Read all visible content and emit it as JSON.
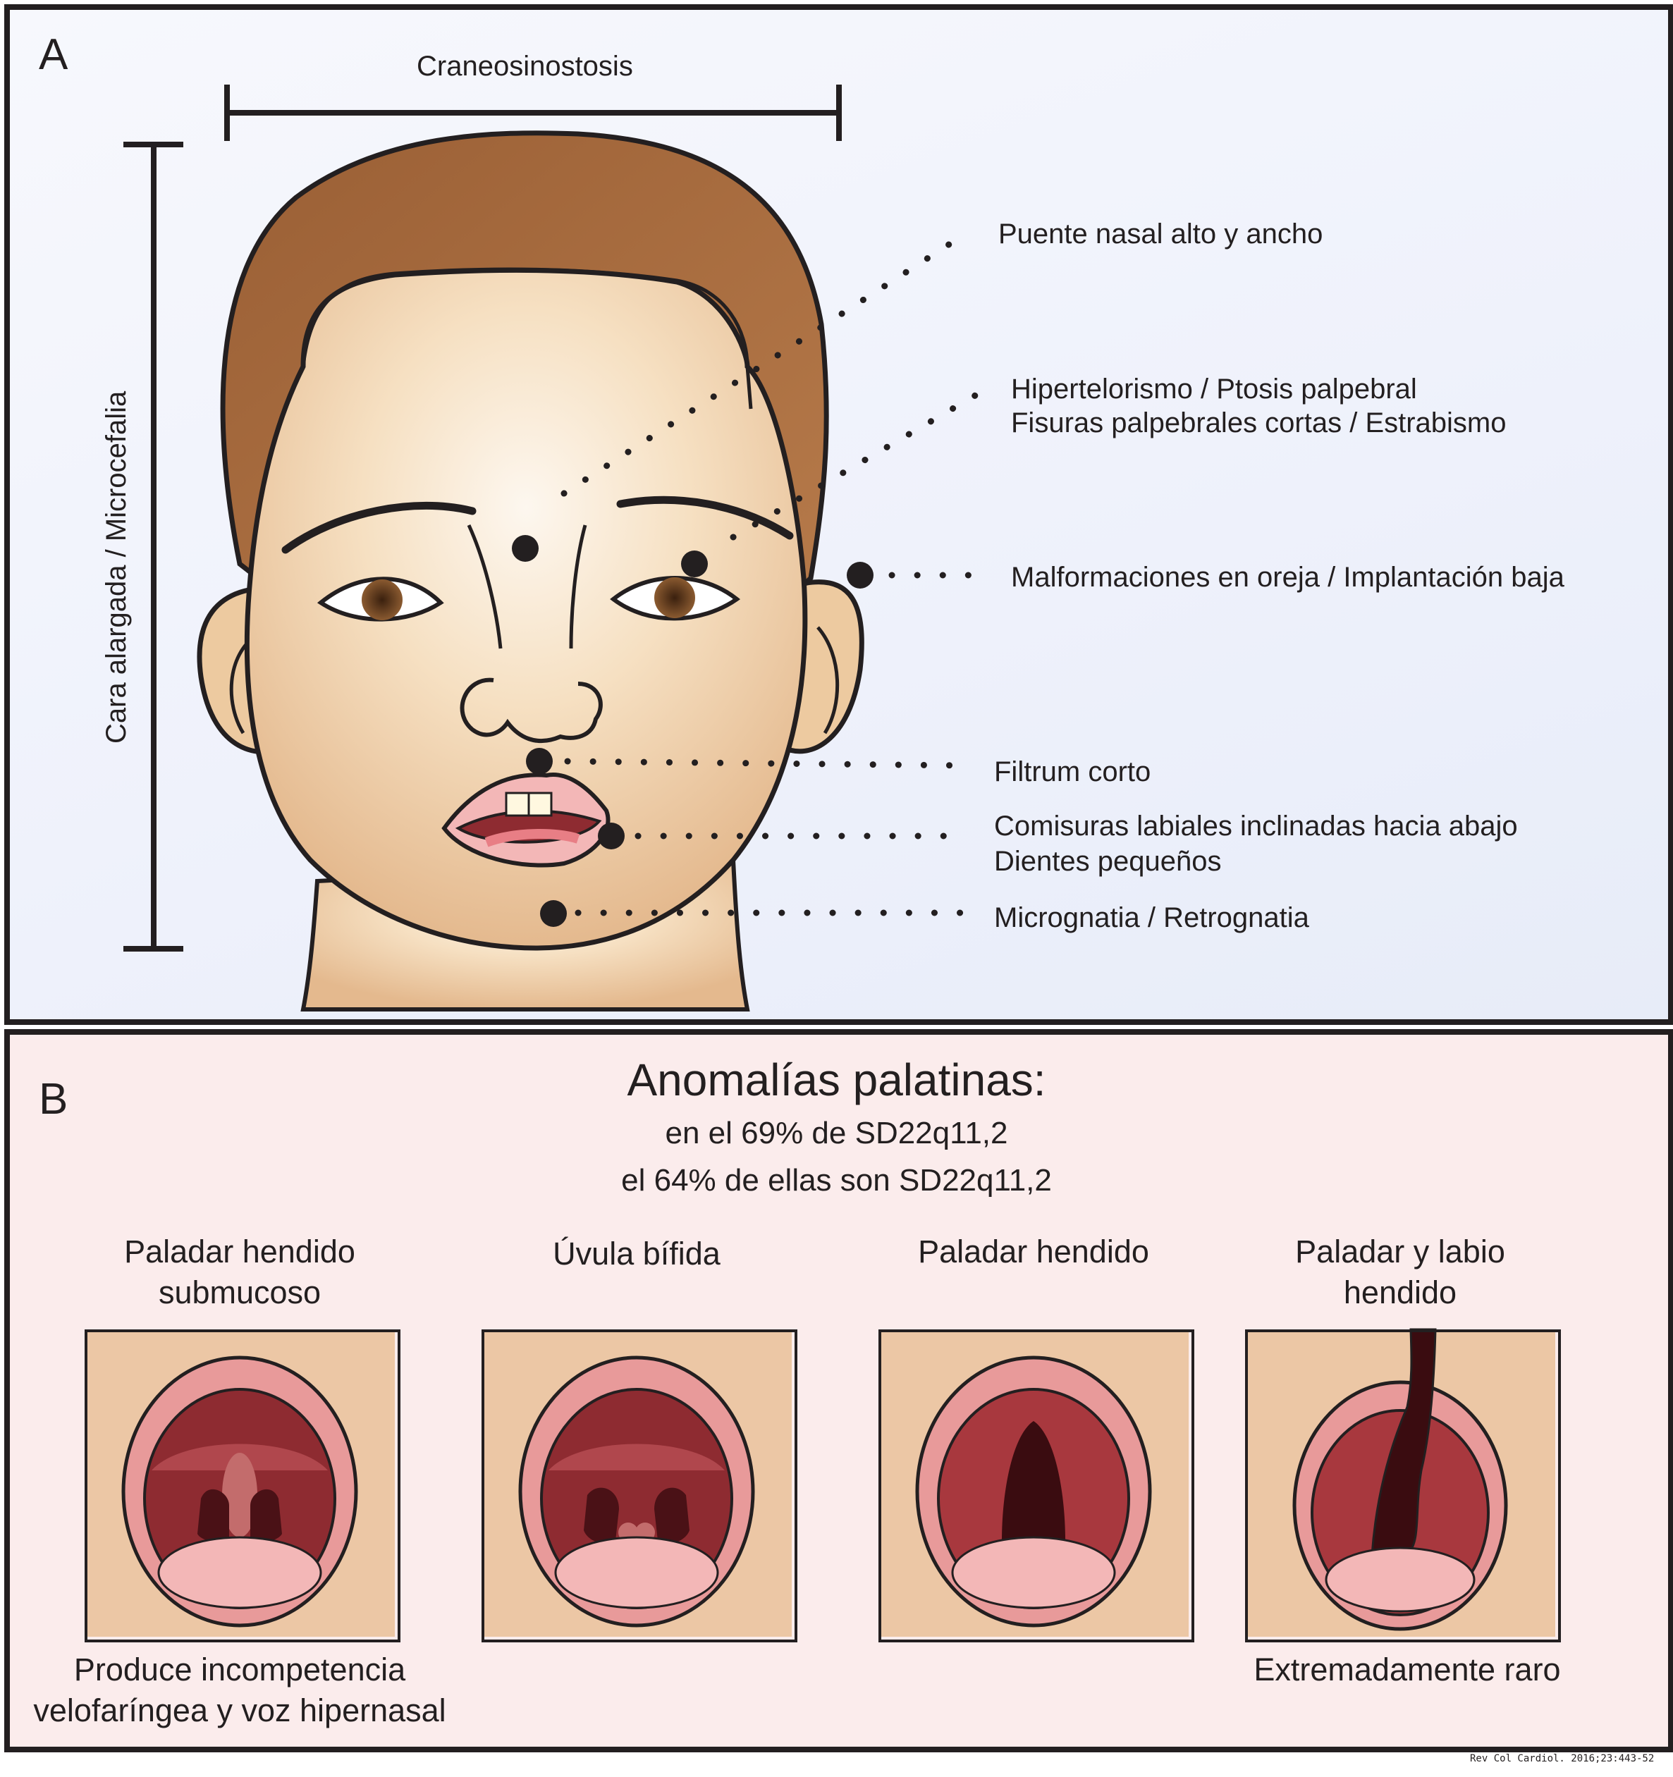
{
  "panel_a": {
    "letter": "A",
    "dimension_top": "Craneosinostosis",
    "dimension_left": "Cara alargada / Microcefalia",
    "features": [
      {
        "line1": "Puente nasal alto y ancho"
      },
      {
        "line1": "Hipertelorismo / Ptosis palpebral",
        "line2": "Fisuras palpebrales cortas / Estrabismo"
      },
      {
        "line1": "Malformaciones en oreja / Implantación baja"
      },
      {
        "line1": "Filtrum corto"
      },
      {
        "line1": "Comisuras labiales inclinadas hacia abajo",
        "line2": "Dientes pequeños"
      },
      {
        "line1": "Micrognatia / Retrognatia"
      }
    ]
  },
  "panel_b": {
    "letter": "B",
    "title": "Anomalías palatinas:",
    "subtitle1": "en el 69% de SD22q11,2",
    "subtitle2": "el 64% de ellas son SD22q11,2",
    "types": [
      {
        "line1": "Paladar hendido",
        "line2": "submucoso",
        "note1": "Produce incompetencia",
        "note2": "velofaríngea y voz hipernasal"
      },
      {
        "line1": "Úvula bífida",
        "line2": "",
        "note1": "",
        "note2": ""
      },
      {
        "line1": "Paladar hendido",
        "line2": "",
        "note1": "",
        "note2": ""
      },
      {
        "line1": "Paladar y labio",
        "line2": "hendido",
        "note1": "Extremadamente raro",
        "note2": ""
      }
    ]
  },
  "credit": "Rev Col Cardiol. 2016;23:443-52",
  "colors": {
    "hair": "#a0643a",
    "skin": "#f3d4ae",
    "iris": "#6b4024",
    "outline": "#231f20",
    "lip": "#f3b7b7",
    "mouth_inner": "#8e2b31",
    "panel_a_bg": "#eef1fb",
    "panel_b_bg": "#fbecec"
  }
}
